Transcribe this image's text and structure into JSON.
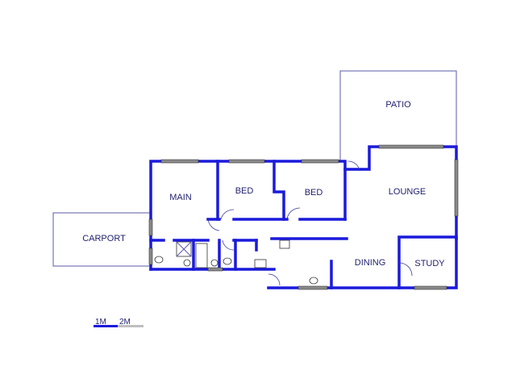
{
  "rooms": {
    "patio": "PATIO",
    "main": "MAIN",
    "bed1": "BED",
    "bed2": "BED",
    "lounge": "LOUNGE",
    "carport": "CARPORT",
    "dining": "DINING",
    "study": "STUDY"
  },
  "scale": {
    "label_1m": "1M",
    "label_2m": "2M"
  },
  "colors": {
    "wall": "#1a1adb",
    "outline": "#5a5aaa",
    "label": "#1f1f6e",
    "window": "#8a8a8a"
  }
}
